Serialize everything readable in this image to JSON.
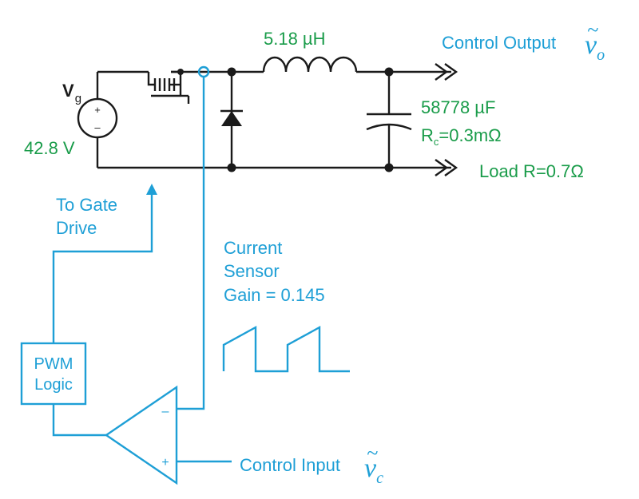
{
  "colors": {
    "circuit": "#1a1a1a",
    "values": "#1a9c4a",
    "control": "#1e9fd6",
    "background": "#ffffff"
  },
  "source": {
    "name_main": "V",
    "name_sub": "g",
    "voltage": "42.8 V",
    "plus": "+",
    "minus": "–"
  },
  "inductor": {
    "value": "5.18 µH"
  },
  "capacitor": {
    "value": "58778 µF",
    "esr_main": "R",
    "esr_sub": "c",
    "esr_value": "=0.3mΩ"
  },
  "load": {
    "label": "Load R=0.7Ω"
  },
  "output": {
    "label": "Control Output",
    "symbol": "v",
    "subscript": "o",
    "tilde": "~"
  },
  "gate_drive": {
    "line1": "To Gate",
    "line2": "Drive"
  },
  "sensor": {
    "line1": "Current",
    "line2": "Sensor",
    "line3": "Gain = 0.145"
  },
  "pwm": {
    "line1": "PWM",
    "line2": "Logic"
  },
  "comparator": {
    "minus": "–",
    "plus": "+"
  },
  "input": {
    "label": "Control Input",
    "symbol": "v",
    "subscript": "c",
    "tilde": "~"
  }
}
